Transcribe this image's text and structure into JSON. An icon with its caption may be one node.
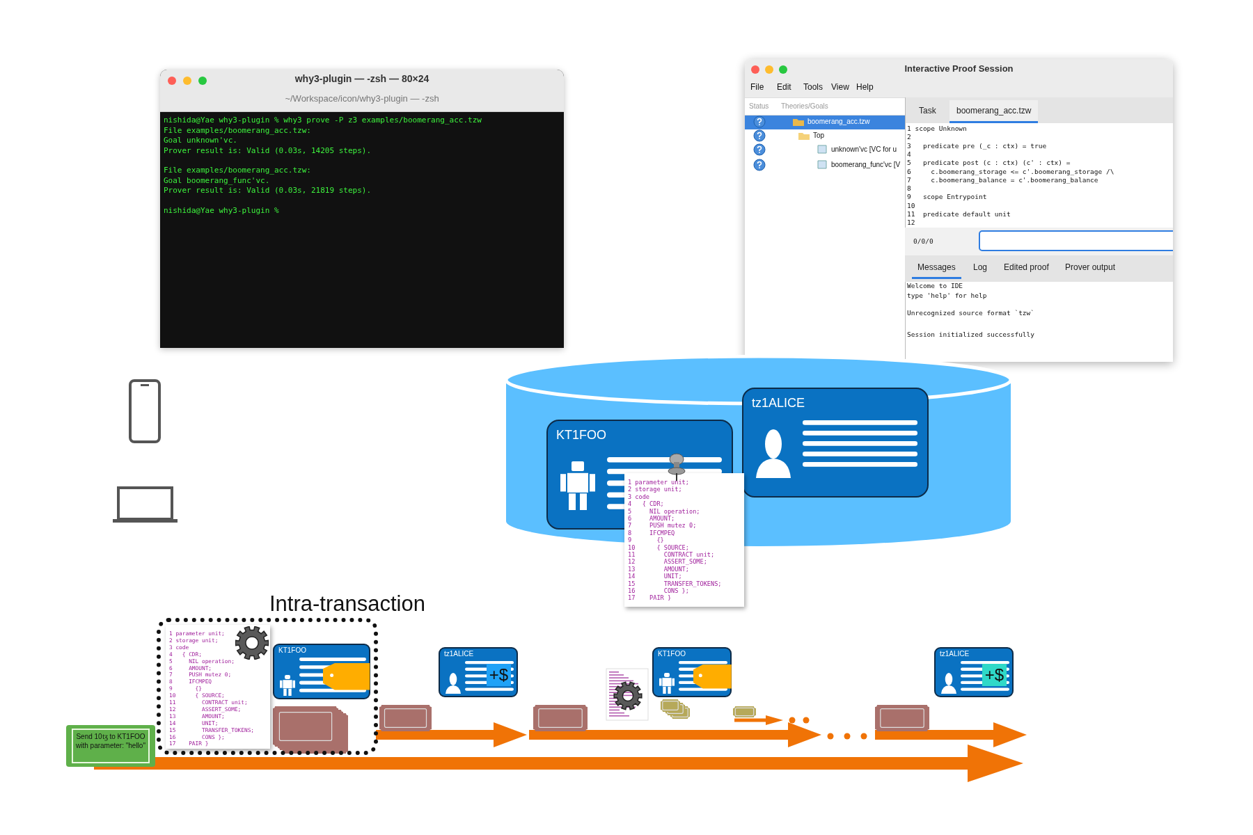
{
  "diagram": {
    "nodes": [
      {
        "text": [
          "why3-plugin — -zsh — 80×24",
          "~/Workspace/icon/why3-plugin — -zsh",
          "nishida@Yae why3-plugin % why3 prove -P z3 examples/boomerang_acc.tzw",
          "File examples/boomerang_acc.tzw:",
          "Goal unknown'vc.",
          "Prover result is: Valid (0.03s, 14205 steps).",
          "File examples/boomerang_acc.tzw:",
          "Goal boomerang_func'vc.",
          "Prover result is: Valid (0.03s, 21819 steps).",
          "nishida@Yae why3-plugin %"
        ]
      },
      {
        "text": [
          "Interactive Proof Session",
          "File",
          "Edit",
          "Tools",
          "View",
          "Help",
          "Status",
          "Theories/Goals",
          "boomerang_acc.tzw",
          "Top",
          "unknown'vc [VC for u",
          "boomerang_func'vc [V",
          "Task",
          "boomerang_acc.tzw",
          "1 scope Unknown",
          "2",
          "3   predicate pre (_c : ctx) = true",
          "4",
          "5   predicate post (c : ctx) (c' : ctx) =",
          "6     c.boomerang_storage <= c'.boomerang_storage /\\",
          "7     c.boomerang_balance = c'.boomerang_balance",
          "8",
          "9   scope Entrypoint",
          "10",
          "11  predicate default unit",
          "12",
          "0/0/0",
          "Messages",
          "Log",
          "Edited proof",
          "Prover output",
          "Welcome to IDE",
          "type 'help' for help",
          "Unrecognized source format `tzw`",
          "Session initialized successfully"
        ]
      },
      {
        "text": [],
        "shape": "cylinder"
      },
      {
        "text": [
          "KT1FOO"
        ],
        "in": 2
      },
      {
        "text": [
          "tz1ALICE"
        ],
        "in": 2
      },
      {
        "text": [
          "1 parameter unit;",
          "2 storage unit;",
          "3 code",
          "4   { CDR;",
          "5     NIL operation;",
          "6     AMOUNT;",
          "7     PUSH mutez 0;",
          "8     IFCMPEQ",
          "9       {}",
          "10      { SOURCE;",
          "11        CONTRACT unit;",
          "12        ASSERT_SOME;",
          "13        AMOUNT;",
          "14        UNIT;",
          "15        TRANSFER_TOKENS;",
          "16        CONS };",
          "17    PAIR }"
        ]
      },
      {
        "text": [
          "Intra-transaction"
        ]
      },
      {
        "text": [
          "1 parameter unit;",
          "2 storage unit;",
          "3 code",
          "4   { CDR;",
          "5     NIL operation;",
          "6     AMOUNT;",
          "7     PUSH mutez 0;",
          "8     IFCMPEQ",
          "9       {}",
          "10      { SOURCE;",
          "11        CONTRACT unit;",
          "12        ASSERT_SOME;",
          "13        AMOUNT;",
          "14        UNIT;",
          "15        TRANSFER_TOKENS;",
          "16        CONS };",
          "17    PAIR }"
        ],
        "in": 6
      },
      {
        "text": [
          "KT1FOO"
        ],
        "in": 6
      },
      {
        "text": [
          "Send 10ꜩ to KT1FOO with parameter: \"hello\""
        ]
      },
      {
        "text": [
          "tz1ALICE",
          "+$"
        ]
      },
      {
        "text": [
          "KT1FOO"
        ]
      },
      {
        "text": [
          "tz1ALICE",
          "+$"
        ]
      }
    ]
  }
}
